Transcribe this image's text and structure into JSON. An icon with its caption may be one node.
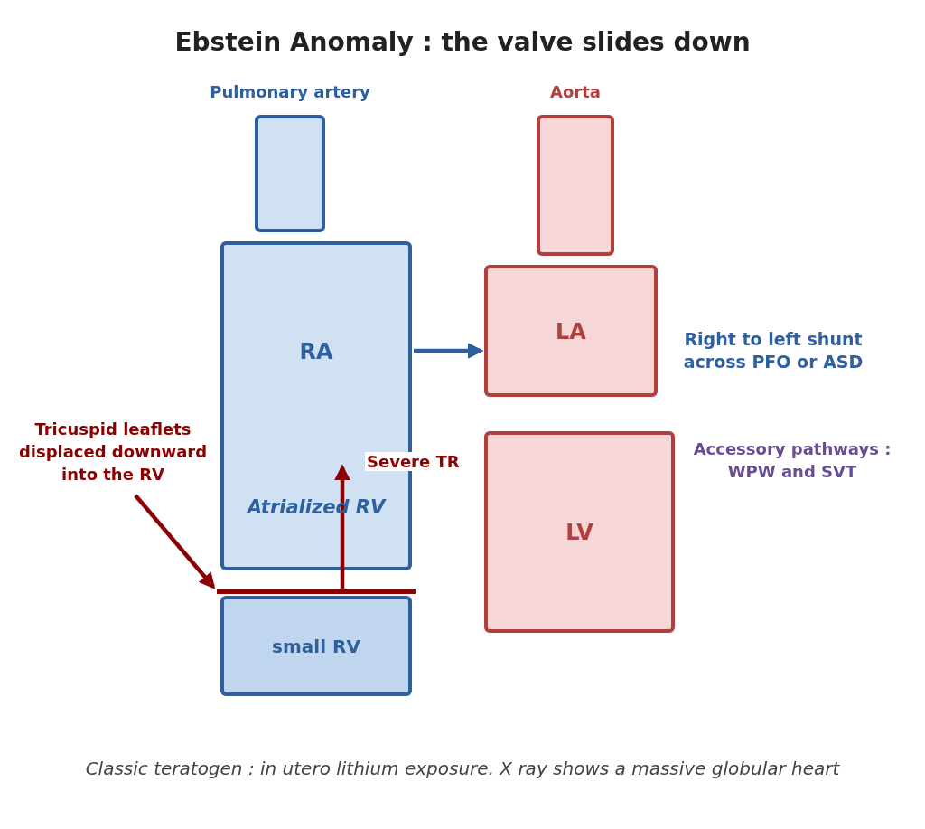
{
  "diagram": {
    "title": "Ebstein Anomaly : the valve slides down",
    "caption": "Classic teratogen : in utero lithium exposure. X ray shows a massive globular heart",
    "nodes": [
      {
        "text": [
          "Pulmonary artery"
        ]
      },
      {
        "text": [
          "Aorta"
        ]
      },
      {
        "text": [
          "RA",
          "Atrialized RV"
        ]
      },
      {
        "text": [
          "LA"
        ],
        "beside": [
          "Right to left shunt across PFO or ASD"
        ]
      },
      {
        "text": [
          "LV"
        ]
      },
      {
        "text": [],
        "shape": "bar"
      },
      {
        "text": [
          "small RV"
        ]
      },
      {
        "text": [
          "Tricuspid leaflets displaced downward into the RV"
        ]
      }
    ],
    "edges": [
      {
        "from": 2,
        "to": 3,
        "arrow": "to",
        "color": "#2e5f9e"
      },
      {
        "from": 5,
        "to": 2,
        "arrow": "to",
        "label": "Severe TR"
      },
      {
        "from": 7,
        "to": 5,
        "arrow": "to"
      }
    ],
    "labels": [
      "Accessory pathways : WPW and SVT"
    ]
  }
}
